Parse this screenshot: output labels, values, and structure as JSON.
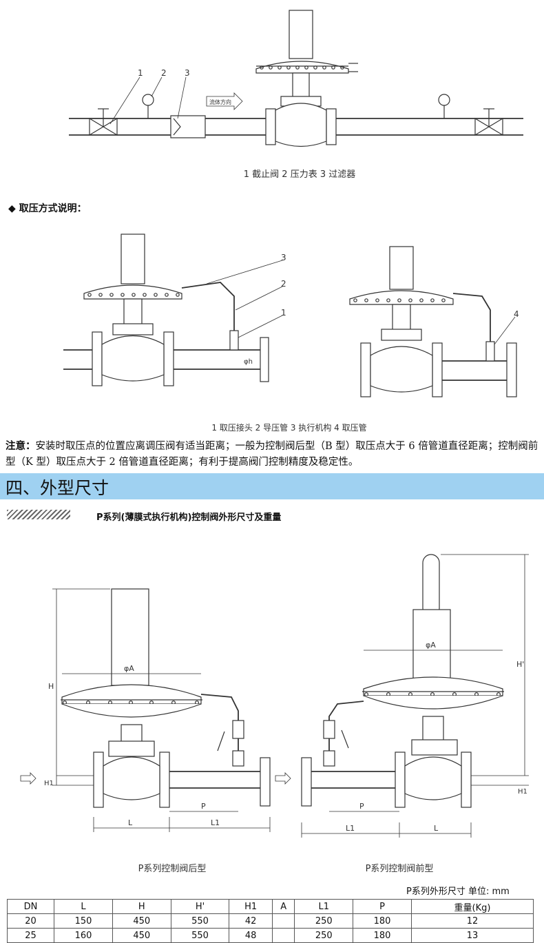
{
  "diagram1": {
    "labels": [
      "1",
      "2",
      "3"
    ],
    "flow_label": "流体方向",
    "caption": "1 截止阀  2 压力表  3 过滤器"
  },
  "bullet_heading": "◆  取压方式说明：",
  "diagram2": {
    "labels": [
      "3",
      "2",
      "1",
      "4"
    ],
    "phi_label": "φh",
    "caption": "1 取压接头  2 导压管  3 执行机构  4 取压管"
  },
  "note": {
    "prefix": "注意：",
    "text": "安装时取压点的位置应离调压阀有适当距离；一般为控制阀后型（B 型）取压点大于 6 倍管道直径距离；控制阀前型（K 型）取压点大于 2 倍管道直径距离；有利于提高阀门控制精度及稳定性。"
  },
  "section_title": "四、外型尺寸",
  "subtitle": "P系列(薄膜式执行机构)控制阀外形尺寸及重量",
  "drawing_left": {
    "dims": [
      "H",
      "φA",
      "H1",
      "P",
      "L",
      "L1"
    ],
    "caption": "P系列控制阀后型"
  },
  "drawing_right": {
    "dims": [
      "H'",
      "φA",
      "H1",
      "P",
      "L1",
      "L"
    ],
    "caption": "P系列控制阀前型"
  },
  "unit_label": "P系列外形尺寸  单位: mm",
  "table": {
    "headers": [
      "DN",
      "L",
      "H",
      "H'",
      "H1",
      "A",
      "L1",
      "P",
      "重量(Kg)"
    ],
    "rows": [
      [
        "20",
        "150",
        "450",
        "550",
        "42",
        "",
        "250",
        "180",
        "12"
      ],
      [
        "25",
        "160",
        "450",
        "550",
        "48",
        "",
        "250",
        "180",
        "13"
      ]
    ]
  }
}
